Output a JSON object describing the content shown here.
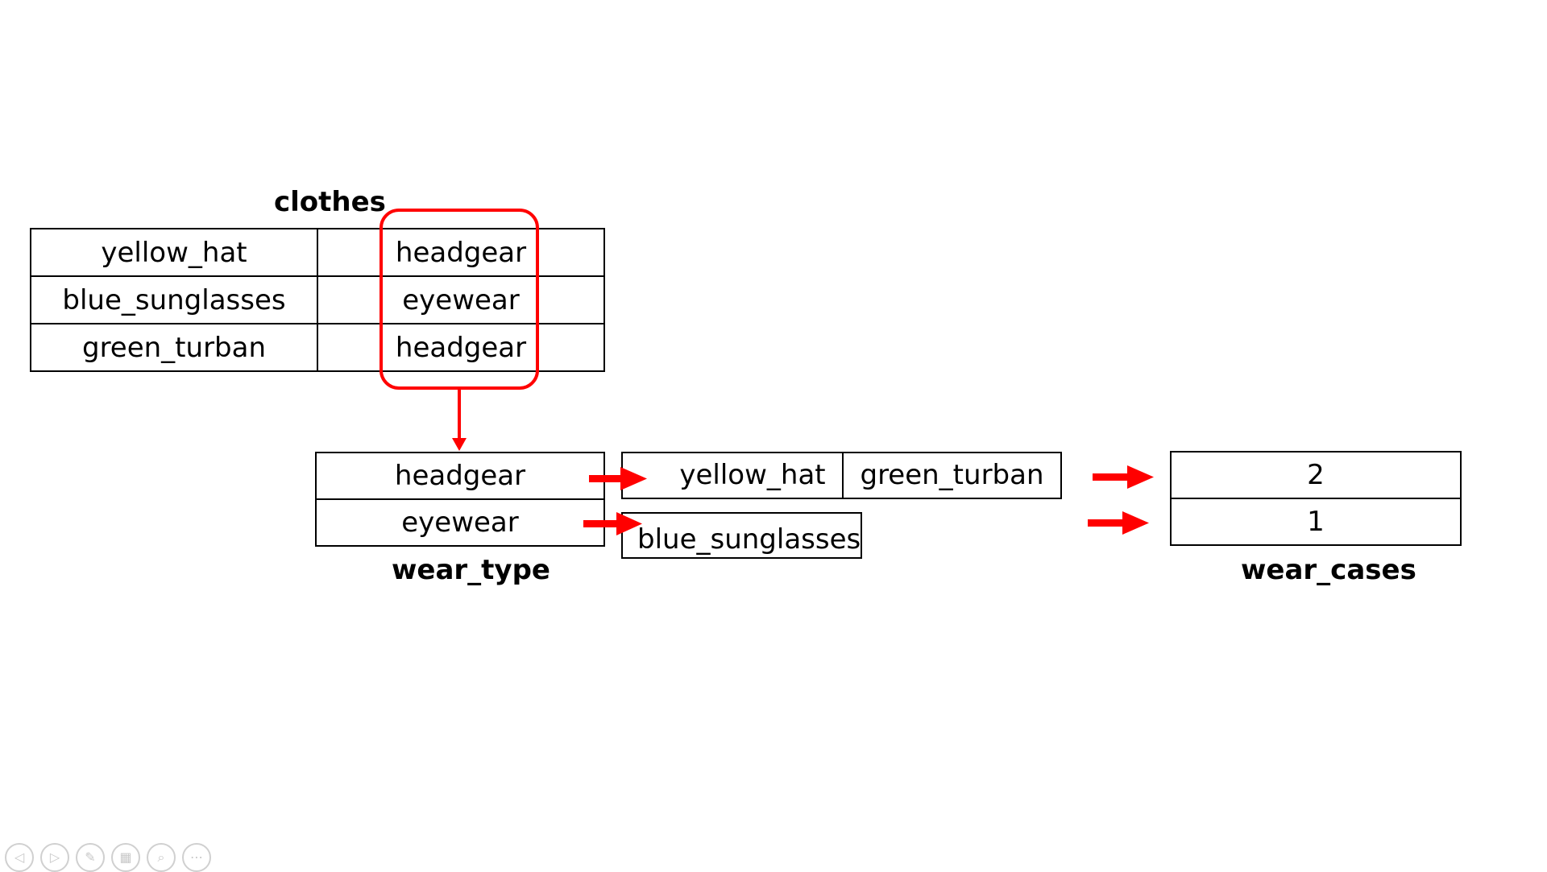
{
  "clothes": {
    "title": "clothes",
    "rows": [
      [
        "yellow_hat",
        "headgear"
      ],
      [
        "blue_sunglasses",
        "eyewear"
      ],
      [
        "green_turban",
        "headgear"
      ]
    ]
  },
  "wear_type": {
    "title": "wear_type",
    "keys": [
      "headgear",
      "eyewear"
    ]
  },
  "grouped": {
    "headgear": [
      "yellow_hat",
      "green_turban"
    ],
    "eyewear": [
      "blue_sunglasses"
    ]
  },
  "wear_cases": {
    "title": "wear_cases",
    "values": [
      "2",
      "1"
    ]
  },
  "colors": {
    "highlight": "#ff0000",
    "arrow": "#ff0000"
  },
  "toolbar": {
    "buttons": [
      {
        "name": "prev-icon",
        "glyph": "◁"
      },
      {
        "name": "next-icon",
        "glyph": "▷"
      },
      {
        "name": "pen-icon",
        "glyph": "✎"
      },
      {
        "name": "slides-icon",
        "glyph": "▦"
      },
      {
        "name": "zoom-icon",
        "glyph": "⌕"
      },
      {
        "name": "more-icon",
        "glyph": "⋯"
      }
    ]
  }
}
